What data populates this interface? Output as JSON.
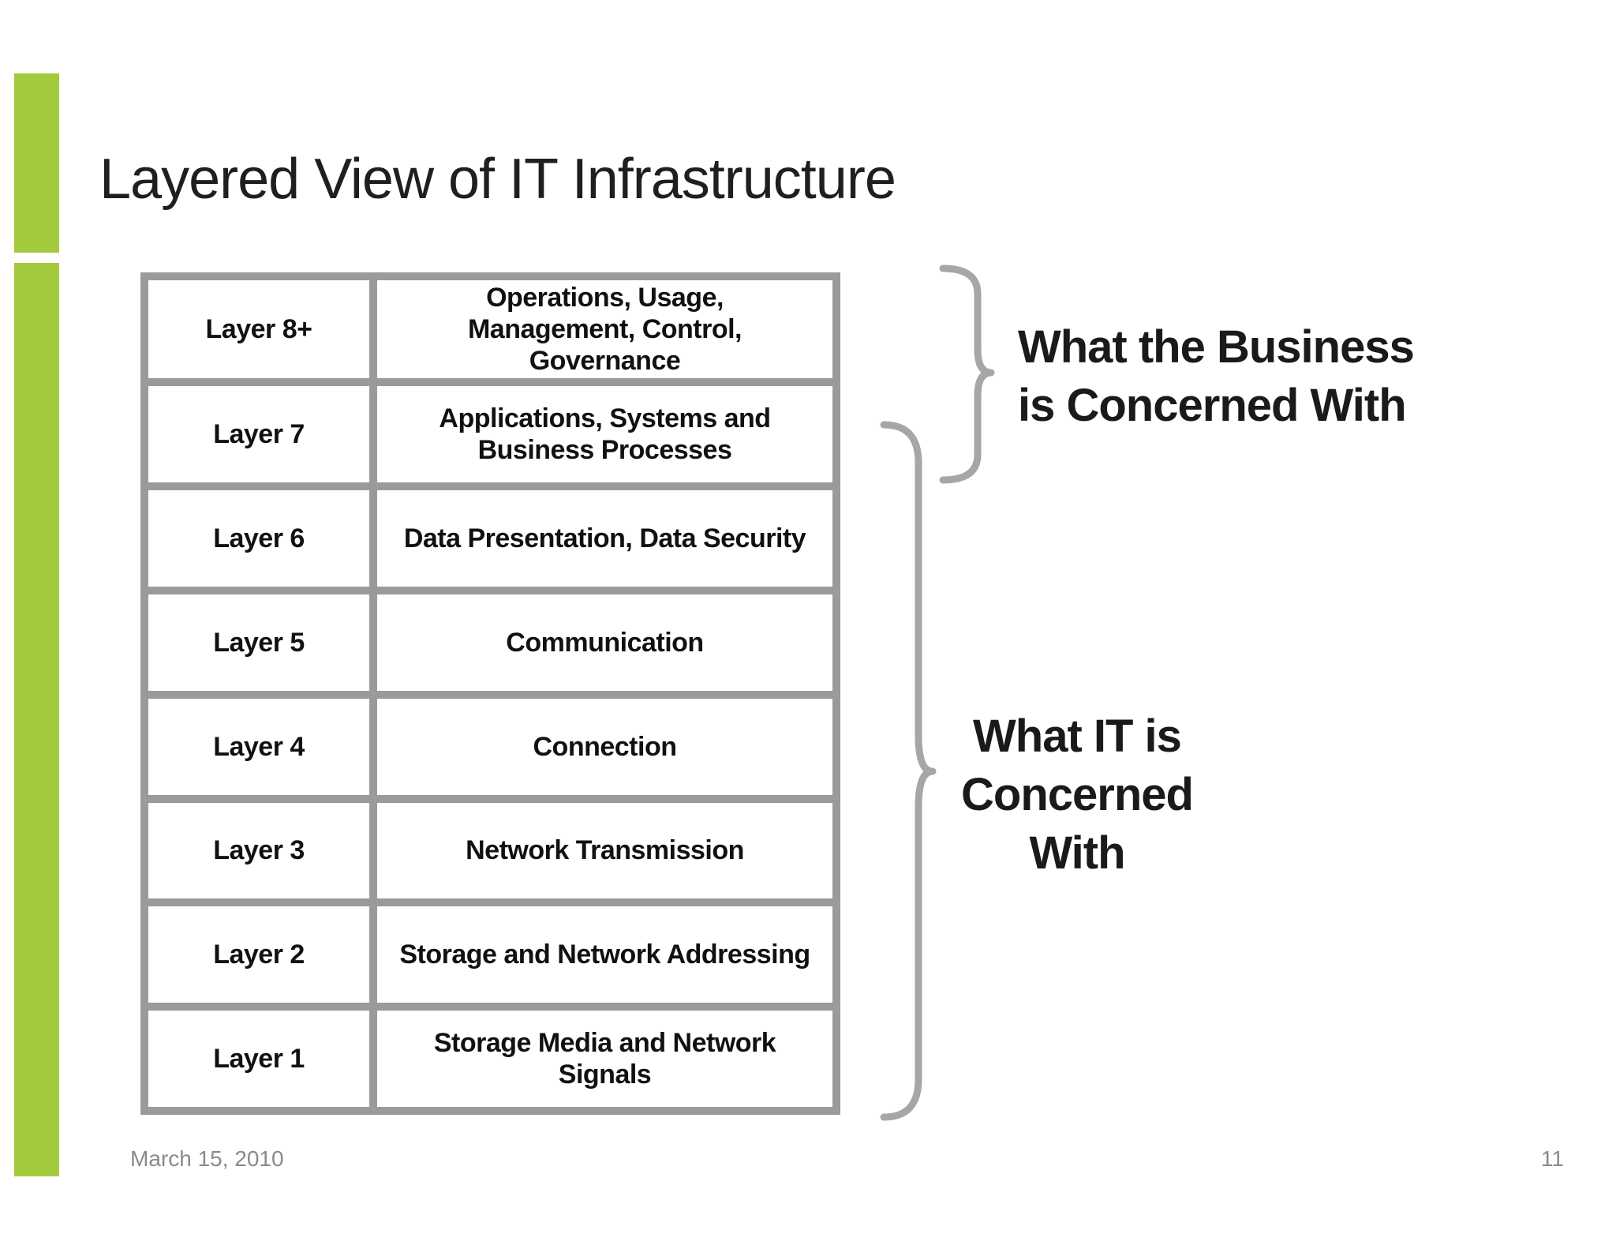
{
  "slide": {
    "title": "Layered View of IT Infrastructure",
    "footer": {
      "date": "March 15, 2010",
      "page": "11"
    }
  },
  "table": {
    "rows": [
      {
        "layer": "Layer 8+",
        "desc": "Operations, Usage, Management, Control, Governance"
      },
      {
        "layer": "Layer 7",
        "desc": "Applications, Systems and Business Processes"
      },
      {
        "layer": "Layer 6",
        "desc": "Data Presentation, Data Security"
      },
      {
        "layer": "Layer 5",
        "desc": "Communication"
      },
      {
        "layer": "Layer 4",
        "desc": "Connection"
      },
      {
        "layer": "Layer 3",
        "desc": "Network Transmission"
      },
      {
        "layer": "Layer 2",
        "desc": "Storage and Network Addressing"
      },
      {
        "layer": "Layer 1",
        "desc": "Storage Media and Network Signals"
      }
    ]
  },
  "annotations": {
    "business_line1": "What the Business",
    "business_line2": "is Concerned With",
    "it_line1": "What IT is",
    "it_line2": "Concerned With"
  },
  "colors": {
    "accent_green": "#A3C93C",
    "table_border_gray": "#9A9A9A",
    "brace_gray": "#A6A6A6",
    "footer_gray": "#8A8A8A",
    "text_black": "#1A1A1A"
  }
}
